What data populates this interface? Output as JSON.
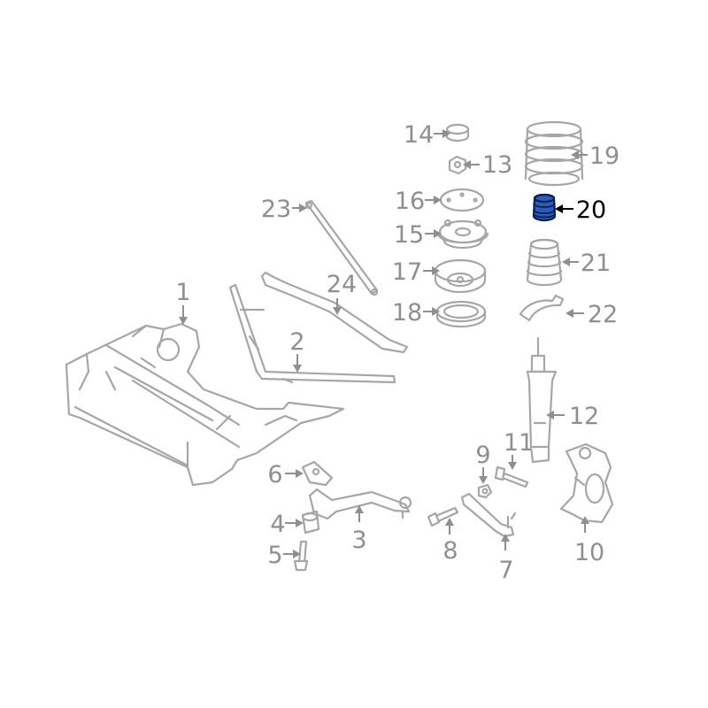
{
  "highlighted_part": "20",
  "highlight_color": "#2f5bb8",
  "line_color": "#a6a6a6",
  "callouts": {
    "c1": "1",
    "c2": "2",
    "c3": "3",
    "c4": "4",
    "c5": "5",
    "c6": "6",
    "c7": "7",
    "c8": "8",
    "c9": "9",
    "c10": "10",
    "c11": "11",
    "c12": "12",
    "c13": "13",
    "c14": "14",
    "c15": "15",
    "c16": "16",
    "c17": "17",
    "c18": "18",
    "c19": "19",
    "c20": "20",
    "c21": "21",
    "c22": "22",
    "c23": "23",
    "c24": "24"
  }
}
